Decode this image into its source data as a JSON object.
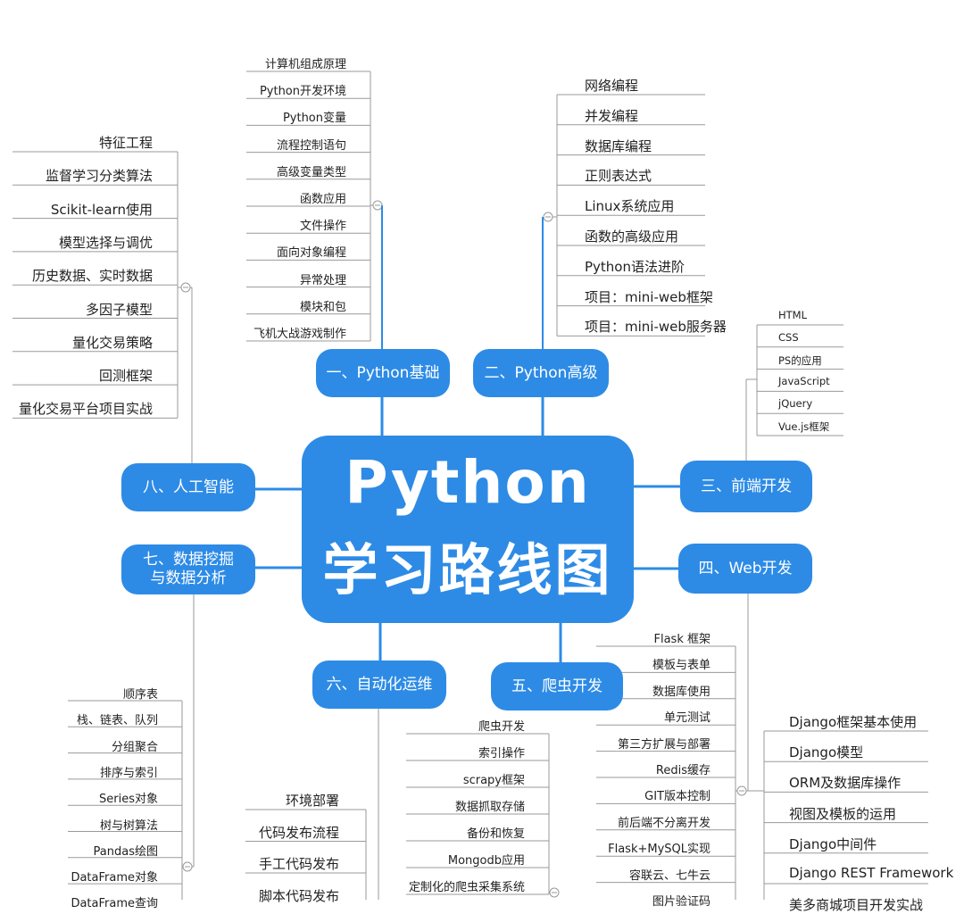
{
  "center": {
    "line1": "Python",
    "line2": "学习路线图"
  },
  "branches": {
    "b1": {
      "label": "一、Python基础",
      "items": [
        "计算机组成原理",
        "Python开发环境",
        "Python变量",
        "流程控制语句",
        "高级变量类型",
        "函数应用",
        "文件操作",
        "面向对象编程",
        "异常处理",
        "模块和包",
        "飞机大战游戏制作"
      ]
    },
    "b2": {
      "label": "二、Python高级",
      "items": [
        "网络编程",
        "并发编程",
        "数据库编程",
        "正则表达式",
        "Linux系统应用",
        "函数的高级应用",
        "Python语法进阶",
        "项目：mini-web框架",
        "项目：mini-web服务器"
      ]
    },
    "b3": {
      "label": "三、前端开发",
      "items": [
        "HTML",
        "CSS",
        "PS的应用",
        "JavaScript",
        "jQuery",
        "Vue.js框架"
      ]
    },
    "b4": {
      "label": "四、Web开发",
      "flask_items": [
        "Flask  框架",
        "模板与表单",
        "数据库使用",
        "单元测试",
        "第三方扩展与部署",
        "Redis缓存",
        "GIT版本控制",
        "前后端不分离开发",
        "Flask+MySQL实现",
        "容联云、七牛云",
        "图片验证码"
      ],
      "django_items": [
        "Django框架基本使用",
        "Django模型",
        "ORM及数据库操作",
        "视图及模板的运用",
        "Django中间件",
        "Django REST Framework",
        "美多商城项目开发实战"
      ]
    },
    "b5": {
      "label": "五、爬虫开发",
      "items": [
        "爬虫开发",
        "索引操作",
        "scrapy框架",
        "数据抓取存储",
        "备份和恢复",
        "Mongodb应用",
        "定制化的爬虫采集系统"
      ]
    },
    "b6": {
      "label": "六、自动化运维",
      "items": [
        "环境部署",
        "代码发布流程",
        "手工代码发布",
        "脚本代码发布"
      ]
    },
    "b7": {
      "label_line1": "七、数据挖掘",
      "label_line2": "与数据分析",
      "items": [
        "顺序表",
        "栈、链表、队列",
        "分组聚合",
        "排序与索引",
        "Series对象",
        "树与树算法",
        "Pandas绘图",
        "DataFrame对象",
        "DataFrame查询"
      ]
    },
    "b8": {
      "label": "八、人工智能",
      "items": [
        "特征工程",
        "监督学习分类算法",
        "Scikit-learn使用",
        "模型选择与调优",
        "历史数据、实时数据",
        "多因子模型",
        "量化交易策略",
        "回测框架",
        "量化交易平台项目实战"
      ]
    }
  },
  "colors": {
    "primary": "#2d8be6",
    "line": "#9a9a9a"
  }
}
